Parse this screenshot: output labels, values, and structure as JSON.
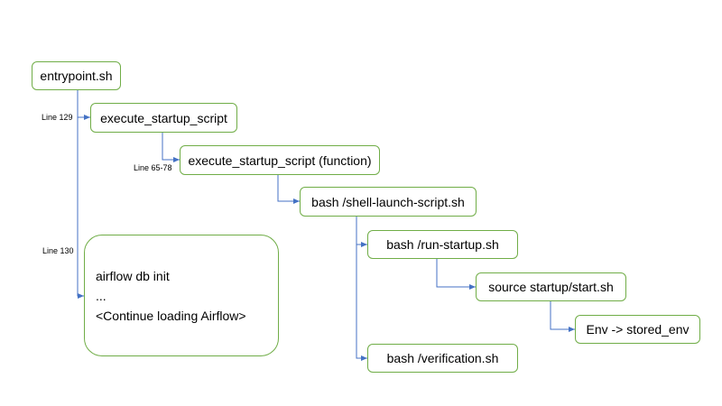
{
  "colors": {
    "box_border": "#70ad47",
    "connector": "#4472c4",
    "text": "#000000"
  },
  "nodes": {
    "entrypoint": "entrypoint.sh",
    "execute_startup_script": "execute_startup_script",
    "execute_startup_script_function": "execute_startup_script (function)",
    "shell_launch_script": "bash /shell-launch-script.sh",
    "run_startup": "bash /run-startup.sh",
    "source_start": "source startup/start.sh",
    "stored_env": "Env -> stored_env",
    "verification": "bash /verification.sh"
  },
  "note": {
    "lines": [
      "airflow db init",
      "...",
      "<Continue loading Airflow>"
    ]
  },
  "edge_labels": {
    "line_129": "Line 129",
    "line_65_78": "Line 65-78",
    "line_130": "Line 130"
  }
}
